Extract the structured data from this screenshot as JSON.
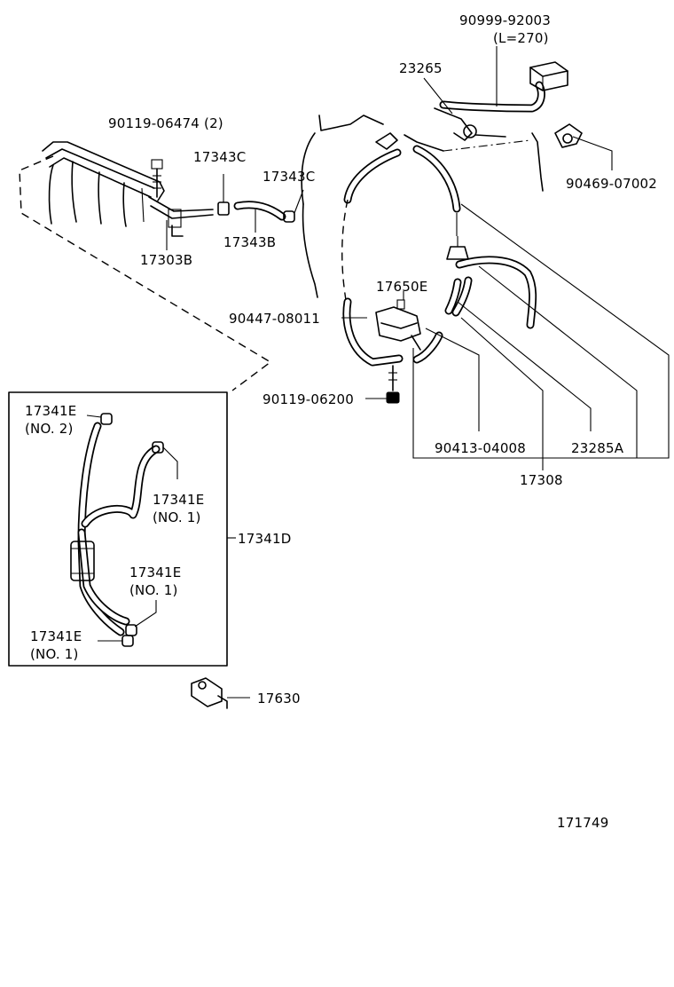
{
  "labels": {
    "p90999_92003": "90999-92003",
    "l270": "(L=270)",
    "p23265": "23265",
    "p90119_06474": "90119-06474 (2)",
    "p17343c_a": "17343C",
    "p17343c_b": "17343C",
    "p17343b": "17343B",
    "p17303b": "17303B",
    "p90469_07002": "90469-07002",
    "p17650e": "17650E",
    "p90447_08011": "90447-08011",
    "p90119_06200": "90119-06200",
    "p17341e_no2": "17341E",
    "no2": "(NO. 2)",
    "p17341e_no1_a": "17341E",
    "no1_a": "(NO. 1)",
    "p17341e_no1_b": "17341E",
    "no1_b": "(NO. 1)",
    "p17341e_no1_c": "17341E",
    "no1_c": "(NO. 1)",
    "p17341d": "17341D",
    "p90413_04008": "90413-04008",
    "p23285a": "23285A",
    "p17308": "17308",
    "p17630": "17630",
    "illustration_number": "171749"
  }
}
